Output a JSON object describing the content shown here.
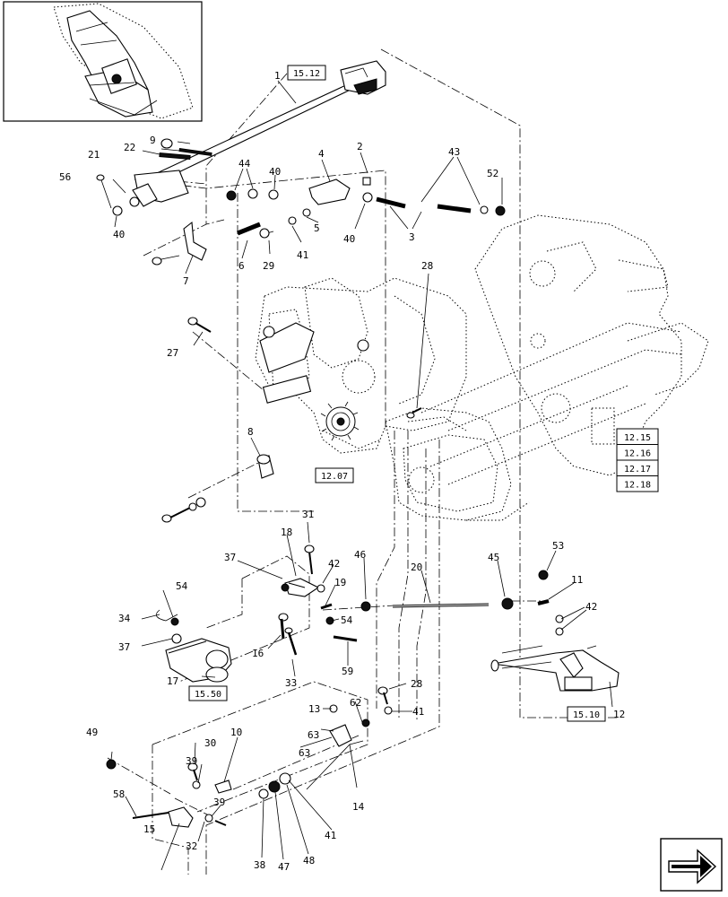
{
  "callouts": {
    "c1": "1",
    "c2": "2",
    "c3": "3",
    "c4": "4",
    "c5": "5",
    "c6": "6",
    "c7": "7",
    "c8": "8",
    "c9": "9",
    "c10": "10",
    "c11": "11",
    "c12": "12",
    "c13": "13",
    "c14": "14",
    "c15": "15",
    "c16": "16",
    "c17": "17",
    "c18": "18",
    "c19": "19",
    "c20": "20",
    "c21": "21",
    "c22": "22",
    "c27": "27",
    "c28a": "28",
    "c28b": "28",
    "c29": "29",
    "c30": "30",
    "c31": "31",
    "c32": "32",
    "c33": "33",
    "c34": "34",
    "c37a": "37",
    "c37b": "37",
    "c38": "38",
    "c39a": "39",
    "c39b": "39",
    "c40a": "40",
    "c40b": "40",
    "c40c": "40",
    "c41a": "41",
    "c41b": "41",
    "c41c": "41",
    "c42a": "42",
    "c42b": "42",
    "c43": "43",
    "c44": "44",
    "c45": "45",
    "c46": "46",
    "c47": "47",
    "c48": "48",
    "c49": "49",
    "c52": "52",
    "c53": "53",
    "c54a": "54",
    "c54b": "54",
    "c56": "56",
    "c58": "58",
    "c59": "59",
    "c62": "62",
    "c63a": "63",
    "c63b": "63"
  },
  "references": {
    "r1512": "15.12",
    "r1207": "12.07",
    "r1550": "15.50",
    "r1510": "15.10",
    "r1215": "12.15",
    "r1216": "12.16",
    "r1217": "12.17",
    "r1218": "12.18"
  },
  "icons": {
    "inset": "machine-location-inset",
    "nav": "next-page-arrow-icon"
  }
}
